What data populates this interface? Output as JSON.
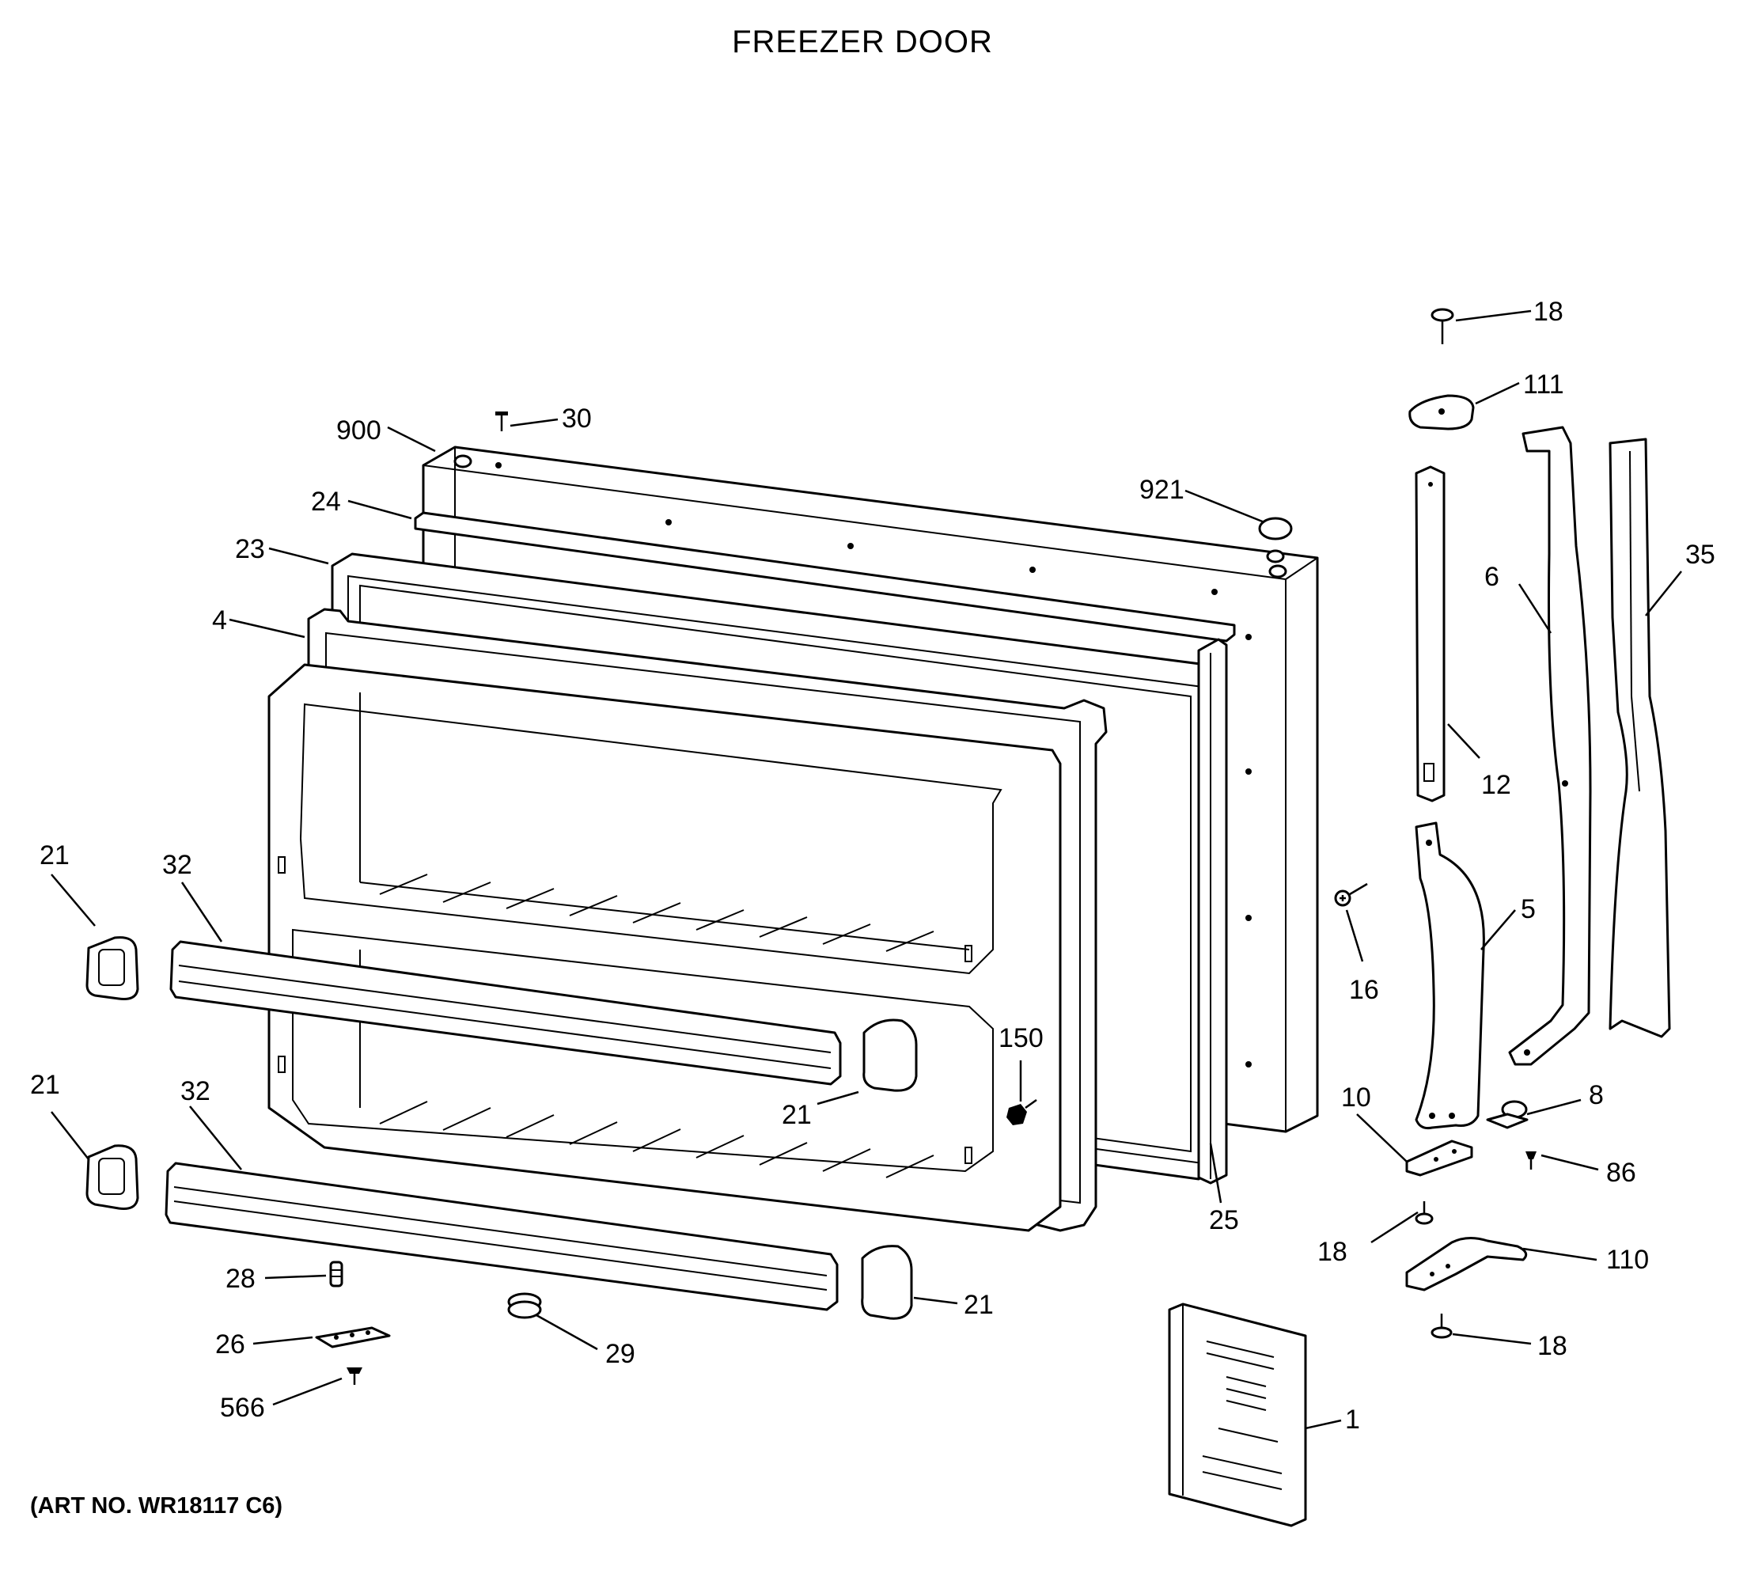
{
  "title": "FREEZER DOOR",
  "art_number": "(ART NO. WR18117 C6)",
  "callouts": {
    "c18a": "18",
    "c111": "111",
    "c30": "30",
    "c900": "900",
    "c921": "921",
    "c24": "24",
    "c23": "23",
    "c4": "4",
    "c35": "35",
    "c6": "6",
    "c12": "12",
    "c21a": "21",
    "c32a": "32",
    "c5": "5",
    "c16": "16",
    "c150": "150",
    "c21b": "21",
    "c32b": "32",
    "c21c": "21",
    "c10": "10",
    "c8": "8",
    "c86": "86",
    "c25": "25",
    "c18b": "18",
    "c110": "110",
    "c28": "28",
    "c21d": "21",
    "c26": "26",
    "c29": "29",
    "c18c": "18",
    "c566": "566",
    "c1": "1"
  }
}
